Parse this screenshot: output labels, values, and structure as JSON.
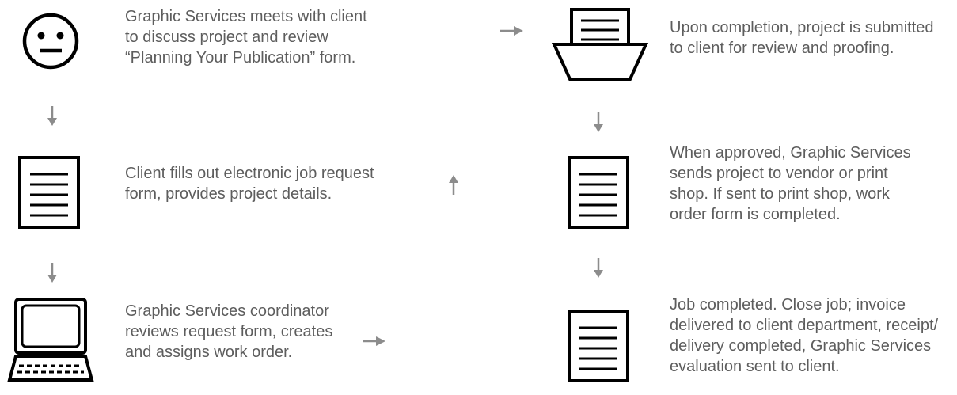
{
  "arrow_color": "#8c8c8c",
  "icon_color": "#000000",
  "steps": {
    "meet": {
      "icon": "neutral-face-icon",
      "lines": [
        "Graphic Services meets with client",
        "to discuss project and review",
        "“Planning Your Publication” form."
      ]
    },
    "request": {
      "icon": "document-icon",
      "lines": [
        "Client fills out electronic job request",
        "form, provides project details."
      ]
    },
    "coordinator": {
      "icon": "laptop-icon",
      "lines": [
        "Graphic Services coordinator",
        "reviews request form, creates",
        "and assigns work order."
      ]
    },
    "submitted": {
      "icon": "inbox-tray-icon",
      "lines": [
        "Upon completion, project is submitted",
        "to client for review and proofing."
      ]
    },
    "approved": {
      "icon": "document-icon",
      "lines": [
        "When approved, Graphic Services",
        "sends project to vendor or print",
        "shop. If sent to print shop, work",
        "order form is completed."
      ]
    },
    "completed": {
      "icon": "document-icon",
      "lines": [
        "Job completed. Close job; invoice",
        "delivered to client department, receipt/",
        "delivery completed, Graphic Services",
        "evaluation sent to client."
      ]
    }
  }
}
